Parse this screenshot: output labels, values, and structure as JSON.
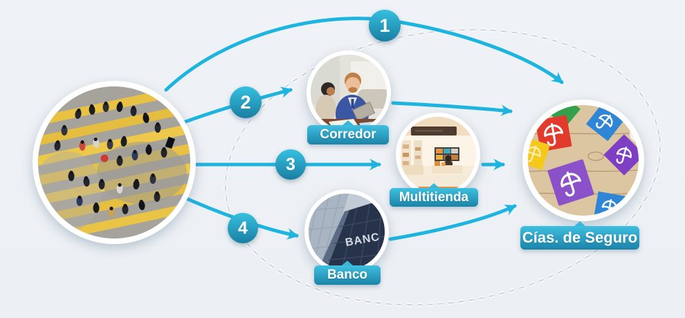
{
  "canvas": {
    "background": "#edf1f5"
  },
  "palette": {
    "arrow": "#1db4e0",
    "badge_gradient_top": "#36c0e0",
    "badge_gradient_bottom": "#1a7ea2",
    "label_gradient_top": "#3fbfe0",
    "label_gradient_bottom": "#1b84a8",
    "dashed_orbit": "#ccd4dc"
  },
  "channels": [
    {
      "number": "1"
    },
    {
      "number": "2"
    },
    {
      "number": "3"
    },
    {
      "number": "4"
    }
  ],
  "nodes": {
    "customers": {
      "photo": "aerial-crowd-crossing"
    },
    "corredor": {
      "label": "Corredor",
      "photo": "broker-meeting"
    },
    "multitienda": {
      "label": "Multitienda",
      "photo": "retail-store-interior"
    },
    "banco": {
      "label": "Banco",
      "building_text": "BANC",
      "photo": "bank-building"
    },
    "aseguradoras": {
      "label": "Cías. de Seguro",
      "photo": "umbrella-blocks"
    }
  }
}
